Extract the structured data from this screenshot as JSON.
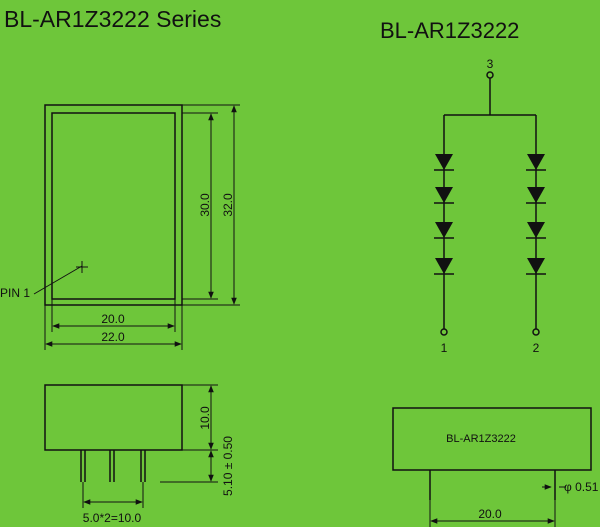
{
  "title_series": "BL-AR1Z3222 Series",
  "title_model": "BL-AR1Z3222",
  "colors": {
    "background": "#6ec63a",
    "ink": "#111111"
  },
  "dimensions": {
    "inner_width": "20.0",
    "outer_width": "22.0",
    "inner_height": "30.0",
    "outer_height": "32.0",
    "body_height": "10.0",
    "pin_length": "5.10 ± 0.50",
    "pin_pitch": "5.0*2=10.0",
    "pin_diameter": "φ 0.51",
    "pin_spacing_side": "20.0"
  },
  "labels": {
    "pin1": "PIN 1",
    "part_marking": "BL-AR1Z3222"
  },
  "schematic": {
    "pin_top": "3",
    "pin_left": "1",
    "pin_right": "2"
  }
}
